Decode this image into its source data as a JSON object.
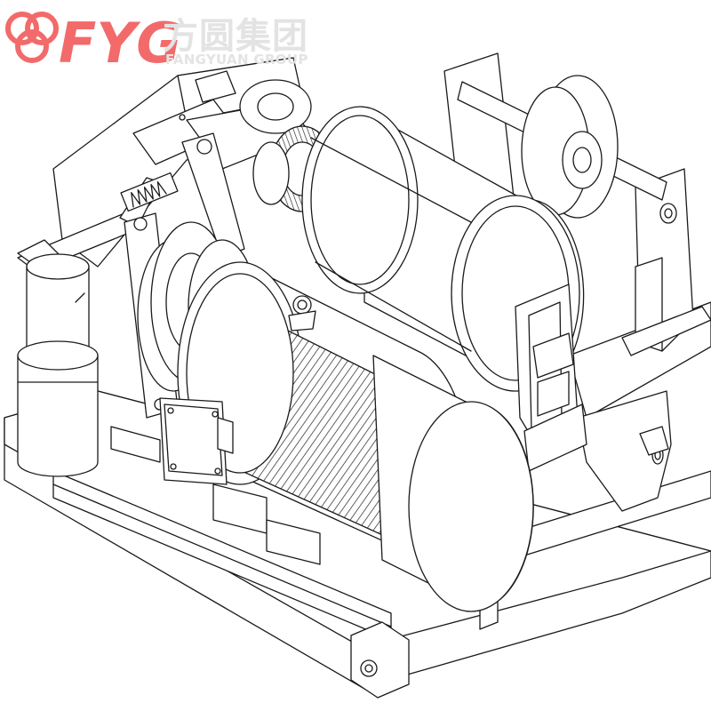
{
  "brand": {
    "mark": "FYG",
    "name_cn": "方圆集团",
    "name_en": "FANGYUAN GROUP",
    "logo_color": "#f26a6a",
    "text_color": "#e0e0e0"
  },
  "drawing": {
    "subject": "electric winch line drawing",
    "line_color": "#1a1a1a"
  }
}
